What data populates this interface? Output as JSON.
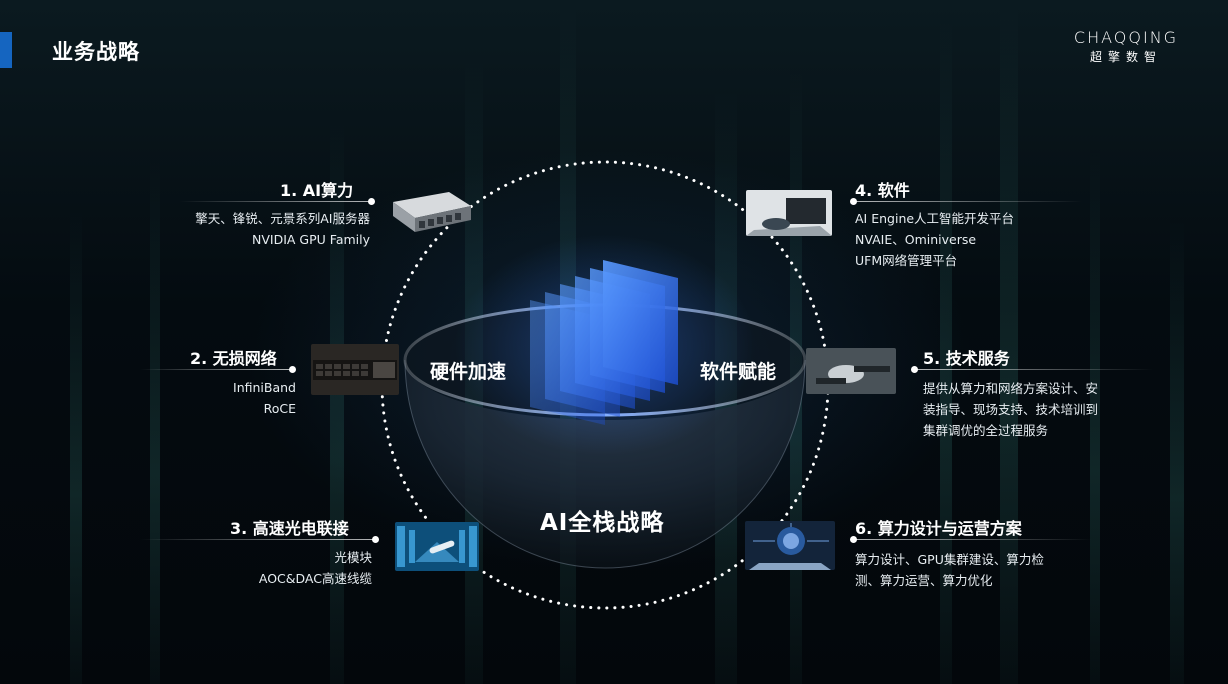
{
  "header": {
    "title": "业务战略"
  },
  "logo": {
    "en": "CHAQQING",
    "cn": "超擎数智"
  },
  "center": {
    "left_label": "硬件加速",
    "right_label": "软件赋能",
    "core_label": "AI全栈战略"
  },
  "items": [
    {
      "title": "1.   AI算力",
      "lines": [
        "擎天、锋锐、元景系列AI服务器",
        "NVIDIA GPU Family"
      ],
      "thumb": "server-rack-image"
    },
    {
      "title": "2.   无损网络",
      "lines": [
        "InfiniBand",
        "RoCE"
      ],
      "thumb": "network-switch-image"
    },
    {
      "title": "3.   高速光电联接",
      "lines": [
        "光模块",
        "AOC&DAC高速线缆"
      ],
      "thumb": "data-center-cable-image"
    },
    {
      "title": "4.   软件",
      "lines": [
        "AI Engine人工智能开发平台",
        "NVAIE、Ominiverse",
        "UFM网络管理平台"
      ],
      "thumb": "laptop-typing-image"
    },
    {
      "title": "5.   技术服务",
      "lines": [
        "提供从算力和网络方案设计、安",
        "装指导、现场支持、技术培训到",
        "集群调优的全过程服务"
      ],
      "thumb": "handshake-service-image"
    },
    {
      "title": "6.   算力设计与运营方案",
      "lines": [
        "算力设计、GPU集群建设、算力检",
        "测、算力运营、算力优化"
      ],
      "thumb": "cloud-laptop-image"
    }
  ],
  "colors": {
    "accent": "#1565c0",
    "glow": "#4d8dff",
    "background": "#03080d"
  }
}
